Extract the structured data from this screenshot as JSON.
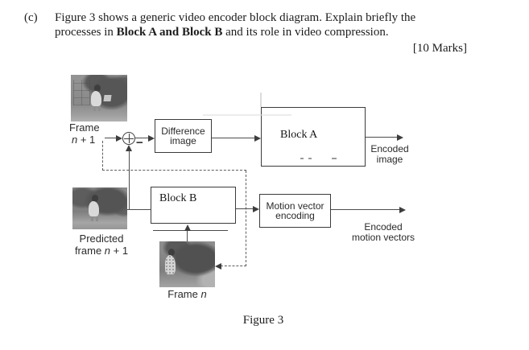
{
  "question": {
    "part": "(c)",
    "line1": "Figure 3 shows a generic video encoder block diagram. Explain briefly the",
    "line2_pre": "processes in ",
    "line2_bold": "Block A and Block B",
    "line2_post": " and its role in video compression.",
    "marks": "[10 Marks]"
  },
  "diagram": {
    "frame_n1_label": {
      "line1": "Frame",
      "italic": "n",
      "rest": " + 1"
    },
    "summing_minus": "−",
    "difference_box": {
      "line1": "Difference",
      "line2": "image"
    },
    "block_a_label": "Block A",
    "encoded_image": {
      "line1": "Encoded",
      "line2": "image"
    },
    "block_b_label": "Block B",
    "motion_box": {
      "line1": "Motion vector",
      "line2": "encoding"
    },
    "encoded_mv": {
      "line1": "Encoded",
      "line2": "motion vectors"
    },
    "predicted_label": {
      "line1": "Predicted",
      "line2_pre": "frame ",
      "italic": "n",
      "rest": " + 1"
    },
    "frame_n_label": {
      "pre": "Frame ",
      "italic": "n"
    },
    "caption": "Figure 3"
  },
  "icons": {
    "summing_junction": "circle-plus",
    "arrowheads": "solid-triangle"
  },
  "colors": {
    "line": "#4d4d4d",
    "box_border": "#3b3b3b",
    "text": "#1c1c1c",
    "dashed_line": "#5d5d5d"
  }
}
